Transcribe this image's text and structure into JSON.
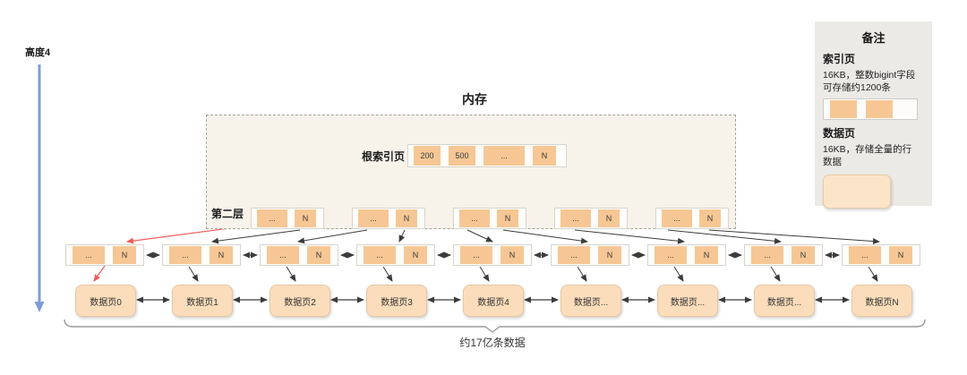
{
  "page": {
    "height_label": "高度4",
    "memory_title": "内存",
    "root_label": "根索引页",
    "level2_label": "第二层",
    "total_label": "约17亿条数据"
  },
  "tree": {
    "root_cells": [
      "200",
      "500",
      "...",
      "N"
    ],
    "level2_nodes": [
      [
        "...",
        "N"
      ],
      [
        "...",
        "N"
      ],
      [
        "...",
        "N"
      ],
      [
        "...",
        "N"
      ],
      [
        "...",
        "N"
      ]
    ],
    "level3_nodes": [
      [
        "...",
        "N"
      ],
      [
        "...",
        "N"
      ],
      [
        "...",
        "N"
      ],
      [
        "...",
        "N"
      ],
      [
        "...",
        "N"
      ],
      [
        "...",
        "N"
      ],
      [
        "...",
        "N"
      ],
      [
        "...",
        "N"
      ],
      [
        "...",
        "N"
      ]
    ],
    "data_pages": [
      "数据页0",
      "数据页1",
      "数据页2",
      "数据页3",
      "数据页4",
      "数据页...",
      "数据页...",
      "数据页...",
      "数据页N"
    ]
  },
  "legend": {
    "title": "备注",
    "index_page_title": "索引页",
    "index_page_desc": "16KB，整数bigint字段\n可存储约1200条",
    "data_page_title": "数据页",
    "data_page_desc": "16KB，存储全量的行\n数据"
  },
  "colors": {
    "cell_orange": "#f6c794",
    "data_page_fill": "#fbddbb",
    "memory_bg": "#f7f3eb",
    "legend_bg": "#eceae7",
    "arrow_black": "#3c3c3c",
    "arrow_red": "#f15b5b",
    "arrow_blue": "#7e9cd8"
  }
}
